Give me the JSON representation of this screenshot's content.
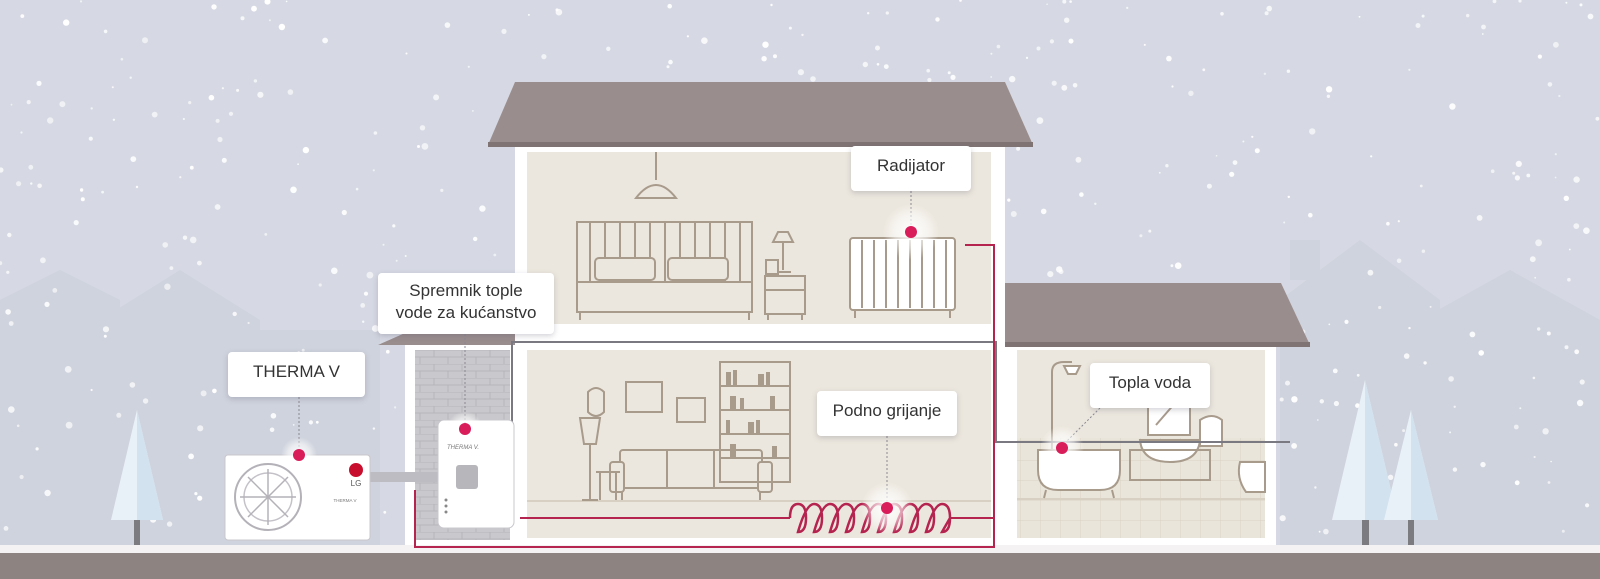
{
  "labels": {
    "therma_v": "THERMA V",
    "tank_line1": "Spremnik tople",
    "tank_line2": "vode za kućanstvo",
    "radiator": "Radijator",
    "floor_heating": "Podno grijanje",
    "hot_water": "Topla voda"
  },
  "unit_texts": {
    "brand": "LG",
    "model_unit": "THERMA V",
    "model_tank": "THERMA V."
  },
  "colors": {
    "sky": "#d6d9e3",
    "roof": "#9a8d8e",
    "wall": "#ffffff",
    "room": "#ece7de",
    "outline": "#a89b8c",
    "pipe_hot": "#b5234f",
    "pipe_cold": "#7a7880",
    "marker": "#d81d5a",
    "ground": "#8d8481",
    "tree": "#e9f1f8"
  }
}
